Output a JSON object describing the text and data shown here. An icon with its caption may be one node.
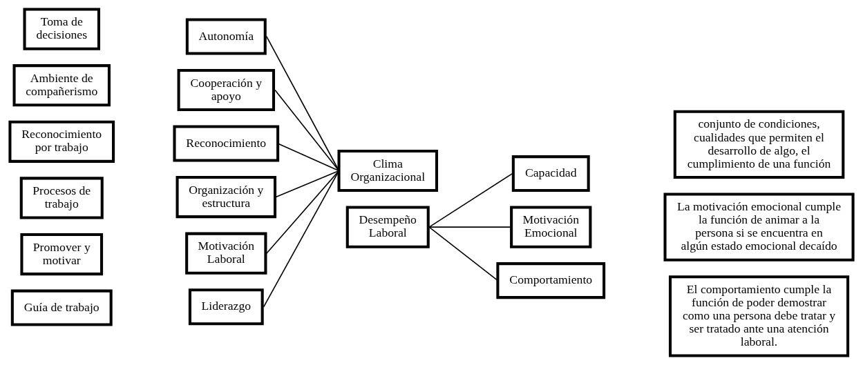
{
  "diagram": {
    "nodes": [
      {
        "text": [
          "Toma de decisiones"
        ]
      },
      {
        "text": [
          "Ambiente de compañerismo"
        ]
      },
      {
        "text": [
          "Reconocimiento por trabajo"
        ]
      },
      {
        "text": [
          "Procesos de trabajo"
        ]
      },
      {
        "text": [
          "Promover y motivar"
        ]
      },
      {
        "text": [
          "Guía de trabajo"
        ]
      },
      {
        "text": [
          "Autonomía"
        ]
      },
      {
        "text": [
          "Cooperación y apoyo"
        ]
      },
      {
        "text": [
          "Reconocimiento"
        ]
      },
      {
        "text": [
          "Organización y estructura"
        ]
      },
      {
        "text": [
          "Motivación Laboral"
        ]
      },
      {
        "text": [
          "Liderazgo"
        ]
      },
      {
        "text": [
          "Clima Organizacional"
        ]
      },
      {
        "text": [
          "Desempeño Laboral"
        ]
      },
      {
        "text": [
          "Capacidad"
        ]
      },
      {
        "text": [
          "Motivación Emocional"
        ]
      },
      {
        "text": [
          "Comportamiento"
        ]
      },
      {
        "text": [
          "conjunto de condiciones, cualidades que permiten el desarrollo de algo, el cumplimiento de una función"
        ]
      },
      {
        "text": [
          "La motivación emocional cumple la función de animar a la persona si se encuentra en algún estado emocional decaído"
        ]
      },
      {
        "text": [
          "El comportamiento cumple la función de poder demostrar como una persona debe tratar y ser tratado ante una atención laboral."
        ]
      }
    ],
    "edges": [
      {
        "from": 6,
        "to": 12,
        "arrow": "none"
      },
      {
        "from": 7,
        "to": 12,
        "arrow": "none"
      },
      {
        "from": 8,
        "to": 12,
        "arrow": "none"
      },
      {
        "from": 9,
        "to": 12,
        "arrow": "none"
      },
      {
        "from": 10,
        "to": 12,
        "arrow": "none"
      },
      {
        "from": 11,
        "to": 12,
        "arrow": "none"
      },
      {
        "from": 13,
        "to": 14,
        "arrow": "none"
      },
      {
        "from": 13,
        "to": 15,
        "arrow": "none"
      },
      {
        "from": 13,
        "to": 16,
        "arrow": "none"
      }
    ]
  }
}
